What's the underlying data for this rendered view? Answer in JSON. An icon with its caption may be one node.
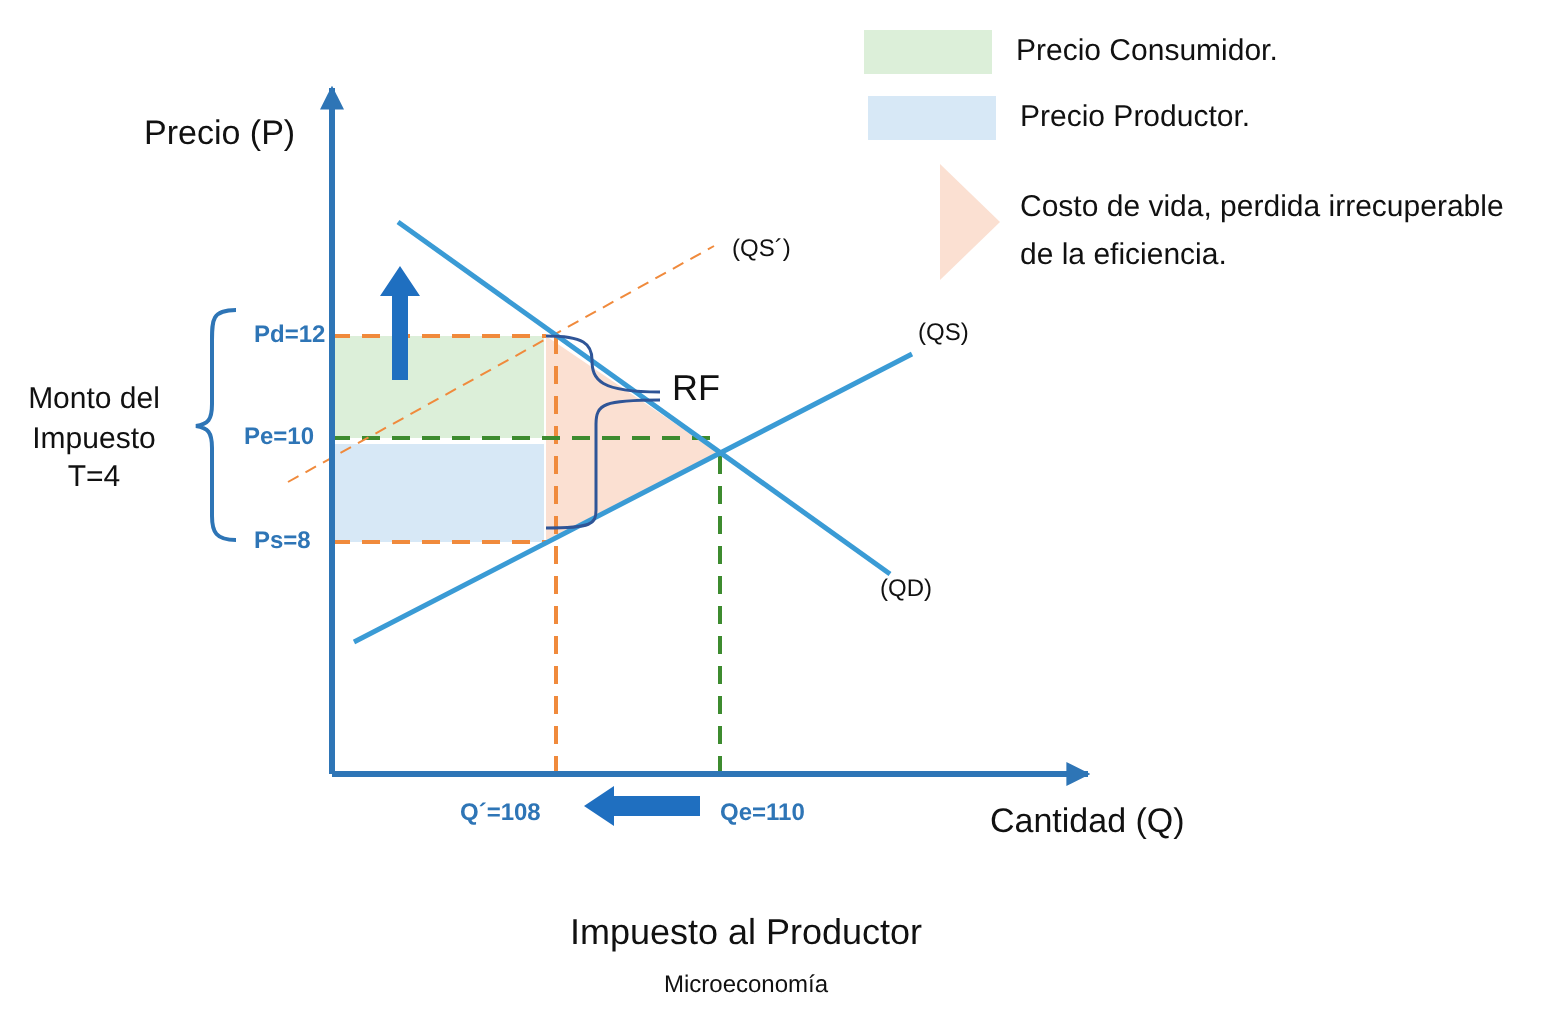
{
  "diagram": {
    "title": "Impuesto al Productor",
    "caption": "Microeconomía",
    "labels": [
      "Precio (P)",
      "(QS´)",
      "Pd=12",
      "(QS)",
      "RF",
      "Monto del Impuesto T=4",
      "Pe=10",
      "Ps=8",
      "(QD)",
      "Q´=108",
      "Qe=110",
      "Cantidad (Q)"
    ],
    "legend": [
      {
        "text": "Precio Consumidor.",
        "color": "#dcefd9"
      },
      {
        "text": "Precio Productor.",
        "color": "#d7e8f6"
      },
      {
        "text": "Costo de vida, perdida irrecuperable de la eficiencia."
      }
    ]
  }
}
